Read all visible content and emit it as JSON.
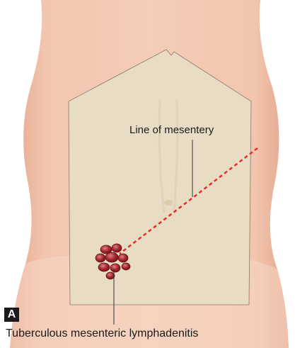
{
  "panel": {
    "letter": "A"
  },
  "labels": {
    "mesentery": "Line of mesentery",
    "lymphadenitis": "Tuberculous mesenteric lymphadenitis"
  },
  "colors": {
    "skin": "#f2c5ae",
    "skin_shadow": "#e3a58c",
    "abdomen_patch": "#e9dcc4",
    "mesentery_line": "#e0312b",
    "node_fill": "#a5242d",
    "node_highlight": "#d9848a"
  }
}
